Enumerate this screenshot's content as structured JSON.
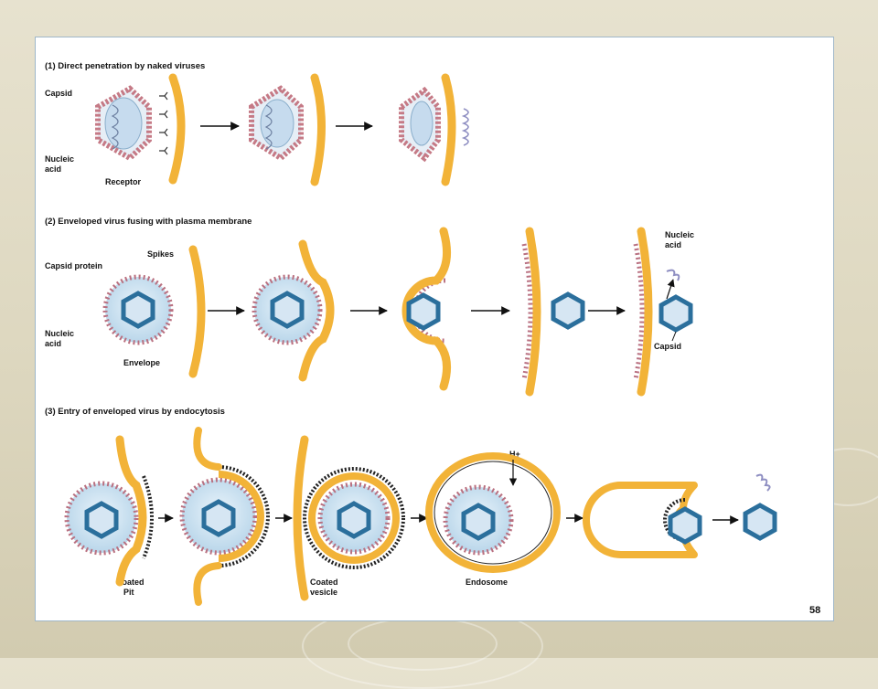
{
  "section1": {
    "title": "(1) Direct penetration by naked viruses",
    "labels": {
      "capsid": "Capsid",
      "nucleic_acid_1": "Nucleic",
      "nucleic_acid_2": "acid",
      "receptor": "Receptor"
    }
  },
  "section2": {
    "title": "(2) Enveloped virus fusing with plasma membrane",
    "labels": {
      "capsid_protein": "Capsid protein",
      "spikes": "Spikes",
      "nucleic_acid_1": "Nucleic",
      "nucleic_acid_2": "acid",
      "envelope": "Envelope",
      "released_nucleic_1": "Nucleic",
      "released_nucleic_2": "acid",
      "capsid": "Capsid"
    }
  },
  "section3": {
    "title": "(3) Entry of enveloped virus by endocytosis",
    "labels": {
      "coated_pit_1": "Coated",
      "coated_pit_2": "Pit",
      "coated_vesicle_1": "Coated",
      "coated_vesicle_2": "vesicle",
      "endosome": "Endosome",
      "proton": "H+"
    }
  },
  "page_number": "58",
  "colors": {
    "membrane": "#f2b338",
    "membrane_edge": "#c98a12",
    "capsid_blue": "#2b6f9c",
    "envelope_fill": "#cfe3f2",
    "spike": "#b97080",
    "naked_capsid": "#c57a86"
  }
}
